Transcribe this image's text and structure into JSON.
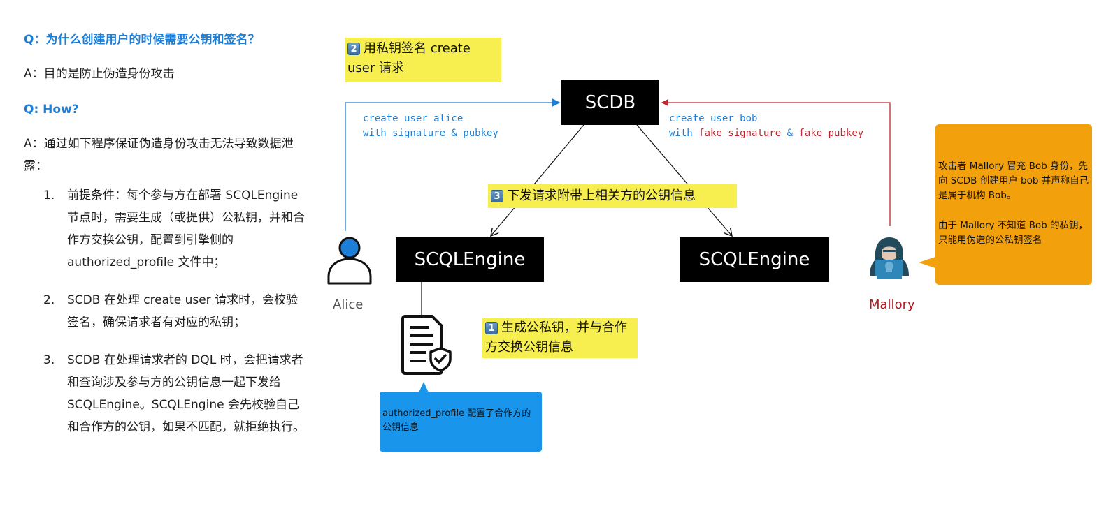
{
  "qa": {
    "q1": "Q：为什么创建用户的时候需要公钥和签名？",
    "a1": "A：目的是防止伪造身份攻击",
    "q2": "Q: How?",
    "a2": "A：通过如下程序保证伪造身份攻击无法导致数据泄露：",
    "steps": [
      {
        "num": "1.",
        "text": "前提条件：每个参与方在部署 SCQLEngine 节点时，需要生成（或提供）公私钥，并和合作方交换公钥，配置到引擎侧的 authorized_profile 文件中；"
      },
      {
        "num": "2.",
        "text": "SCDB 在处理 create user 请求时，会校验签名，确保请求者有对应的私钥；"
      },
      {
        "num": "3.",
        "text": "SCDB 在处理请求者的 DQL 时，会把请求者和查询涉及参与方的公钥信息一起下发给 SCQLEngine。SCQLEngine 会先校验自己和合作方的公钥，如果不匹配，就拒绝执行。"
      }
    ]
  },
  "diagram": {
    "nodes": {
      "scdb": "SCDB",
      "engine_left": "SCQLEngine",
      "engine_right": "SCQLEngine"
    },
    "actors": {
      "alice": "Alice",
      "mallory": "Mallory"
    },
    "notes": {
      "step2": {
        "badge": "2",
        "text": "用私钥签名 create user 请求"
      },
      "step3": {
        "badge": "3",
        "text": "下发请求附带上相关方的公钥信息"
      },
      "step1": {
        "badge": "1",
        "text": "生成公私钥，并与合作方交换公钥信息"
      }
    },
    "alice_request": {
      "line1": "create user alice",
      "line2": "with signature & pubkey"
    },
    "bob_request": {
      "line1": "create user bob",
      "line2_with": "with ",
      "line2_fake_sig": "fake signature",
      "line2_amp": " & ",
      "line2_fake_key": "fake pubkey"
    },
    "profile_callout": "authorized_profile 配置了合作方的公钥信息",
    "mallory_callout": {
      "p1": "攻击者 Mallory 冒充 Bob 身份，先向 SCDB 创建用户 bob 并声称自己是属于机构 Bob。",
      "p2": "由于 Mallory 不知道 Bob 的私钥，只能用伪造的公私钥签名"
    },
    "colors": {
      "alice_blue": "#1c7ed6",
      "mallory_red": "#c0262d",
      "highlight_yellow": "#f7ef50",
      "callout_orange": "#f2a10d",
      "callout_blue": "#1996ec"
    }
  }
}
